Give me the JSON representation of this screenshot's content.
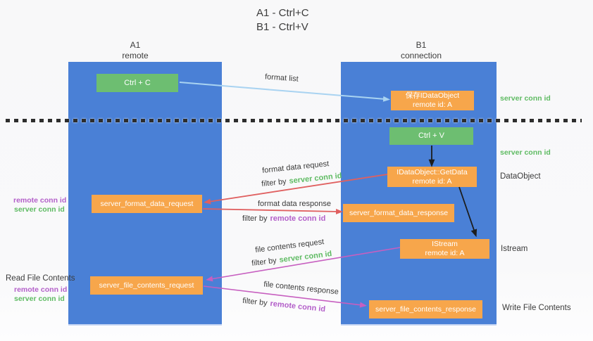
{
  "title": {
    "line1": "A1 - Ctrl+C",
    "line2": "B1 - Ctrl+V"
  },
  "lanes": {
    "left": {
      "header_top": "A1",
      "header_bottom": "remote"
    },
    "right": {
      "header_top": "B1",
      "header_bottom": "connection"
    }
  },
  "nodes": {
    "ctrl_c": {
      "label": "Ctrl + C"
    },
    "save_idataobject": {
      "line1": "保存IDataObject",
      "line2": "remote id: A"
    },
    "ctrl_v": {
      "label": "Ctrl + V"
    },
    "idataobject_getdata": {
      "line1": "IDataObject::GetData",
      "line2": "remote id: A"
    },
    "server_format_data_request": {
      "label": "server_format_data_request"
    },
    "server_format_data_response": {
      "label": "server_format_data_response"
    },
    "istream": {
      "line1": "IStream",
      "line2": "remote id: A"
    },
    "server_file_contents_request": {
      "label": "server_file_contents_request"
    },
    "server_file_contents_response": {
      "label": "server_file_contents_response"
    }
  },
  "edge_labels": {
    "format_list": "format list",
    "format_data_request": "format data request",
    "format_data_request_filter": {
      "prefix": "filter by",
      "key": "server conn id"
    },
    "format_data_response": "format data response",
    "format_data_response_filter": {
      "prefix": "filter by",
      "key": "remote conn id"
    },
    "file_contents_request": "file contents request",
    "file_contents_request_filter": {
      "prefix": "filter by",
      "key": "server conn id"
    },
    "file_contents_response": "file contents response",
    "file_contents_response_filter": {
      "prefix": "filter by",
      "key": "remote conn id"
    }
  },
  "side_labels": {
    "right_server_conn_id_top": "server conn id",
    "right_server_conn_id_mid": "server conn id",
    "right_dataobject": "DataObject",
    "right_istream": "Istream",
    "right_write_file_contents": "Write File Contents",
    "left_remote_conn_id_top": "remote conn id",
    "left_server_conn_id_top": "server conn id",
    "left_read_file_contents": "Read File Contents",
    "left_remote_conn_id_bottom": "remote conn id",
    "left_server_conn_id_bottom": "server conn id"
  },
  "colors": {
    "lane_blue": "#4A80D6",
    "node_orange": "#F7A64B",
    "node_green": "#6DBE71",
    "arrow_light_blue": "#A9D3F1",
    "arrow_red": "#E06060",
    "arrow_magenta": "#C75FC0",
    "arrow_black": "#1C1C1C",
    "conn_id_green": "#5FBB63",
    "conn_id_purple": "#B35FC9"
  }
}
